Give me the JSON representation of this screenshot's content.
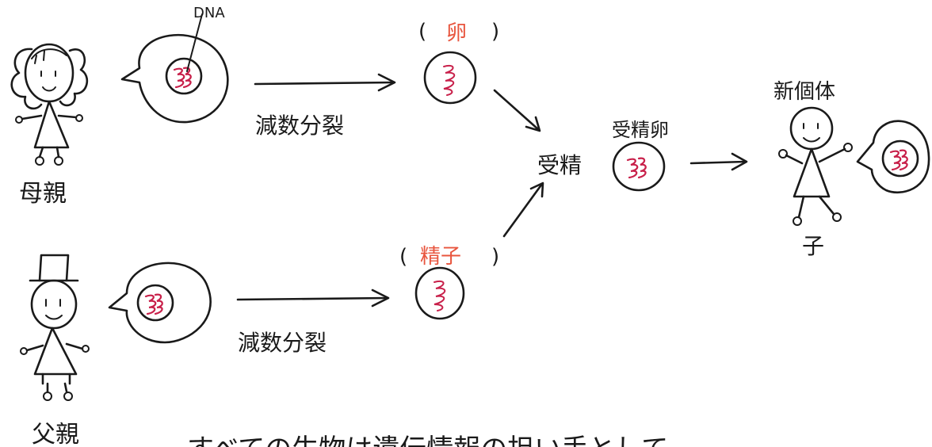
{
  "labels": {
    "dna": "DNA",
    "egg_open_paren": "(",
    "egg": "卵",
    "egg_close_paren": ")",
    "sperm_open_paren": "(",
    "sperm": "精子",
    "sperm_close_paren": ")",
    "meiosis_top": "減数分裂",
    "meiosis_bottom": "減数分裂",
    "fertilization": "受精",
    "fertilized_egg": "受精卵",
    "new_individual": "新個体",
    "mother": "母親",
    "father": "父親",
    "child": "子",
    "bottom_sentence": "すべての生物は遺伝情報の担い手として"
  },
  "colors": {
    "ink": "#1a1a1a",
    "answer_red": "#e8553e",
    "dna_magenta": "#c8204a"
  }
}
